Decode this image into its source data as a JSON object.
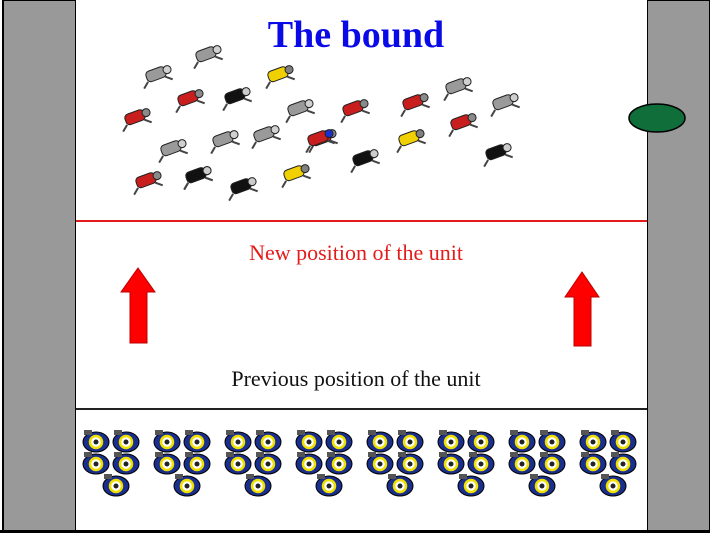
{
  "title": "The bound",
  "labels": {
    "new_position": "New position of the unit",
    "previous_position": "Previous position of the unit"
  },
  "colors": {
    "title": "#0a0ae6",
    "new_position": "#e31b1b",
    "arrow": "#ff0000",
    "marker": "#0f6e3a",
    "sidebar": "#999999",
    "unit_uniform": "#1a2f8c",
    "unit_trim": "#f0e000"
  },
  "icons": {
    "arrow": "up-arrow-icon",
    "marker": "green-oval-marker-icon",
    "scattered_soldier": "running-soldier-icon",
    "unit_soldier": "formation-soldier-icon"
  },
  "scattered_soldiers": {
    "colors": [
      "grey",
      "grey",
      "red",
      "red",
      "black",
      "yellow",
      "grey",
      "grey",
      "grey",
      "red",
      "red",
      "grey",
      "grey",
      "grey",
      "red",
      "red",
      "blue-red",
      "black",
      "yellow",
      "black",
      "red",
      "red",
      "black",
      "yellow",
      "black"
    ]
  },
  "formation": {
    "rows": 3,
    "groups": 8
  }
}
